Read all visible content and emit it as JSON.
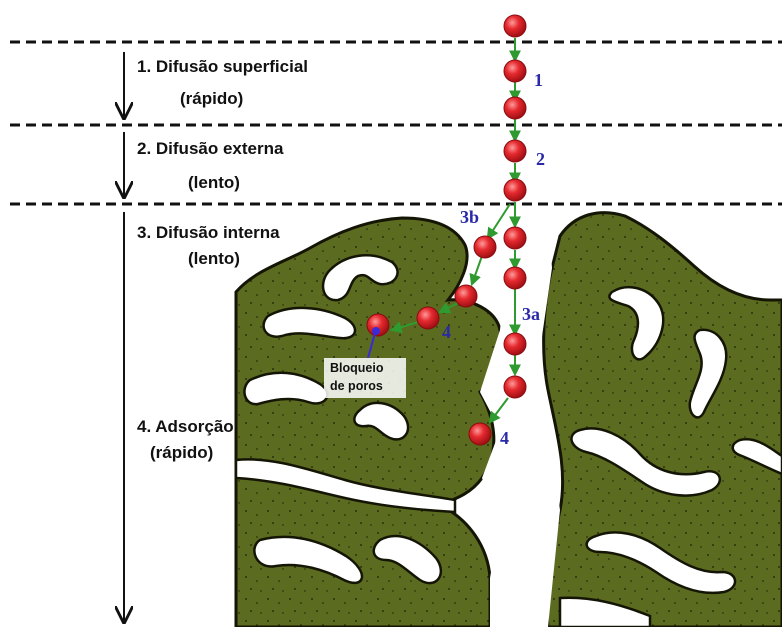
{
  "stages": [
    {
      "title": "1. Difusão superficial",
      "speed": "(rápido)"
    },
    {
      "title": "2. Difusão externa",
      "speed": "(lento)"
    },
    {
      "title": "3. Difusão interna",
      "speed": "(lento)"
    },
    {
      "title": "4. Adsorção",
      "speed": "(rápido)"
    }
  ],
  "path_labels": {
    "step1": "1",
    "step2": "2",
    "step3a": "3a",
    "step3b": "3b",
    "adsorption_left": "4",
    "adsorption_right": "4"
  },
  "annotation": {
    "line1": "Bloqueio",
    "line2": "de poros"
  },
  "colors": {
    "adsorbent": "#5b6b1f",
    "adsorbent_outline": "#151505",
    "particle": "#d81f26",
    "particle_highlight": "#ff8b8b",
    "flow_arrow": "#2f9a2f",
    "label_blue": "#2a2aa8",
    "blocked_pore": "#3a2ad8"
  }
}
